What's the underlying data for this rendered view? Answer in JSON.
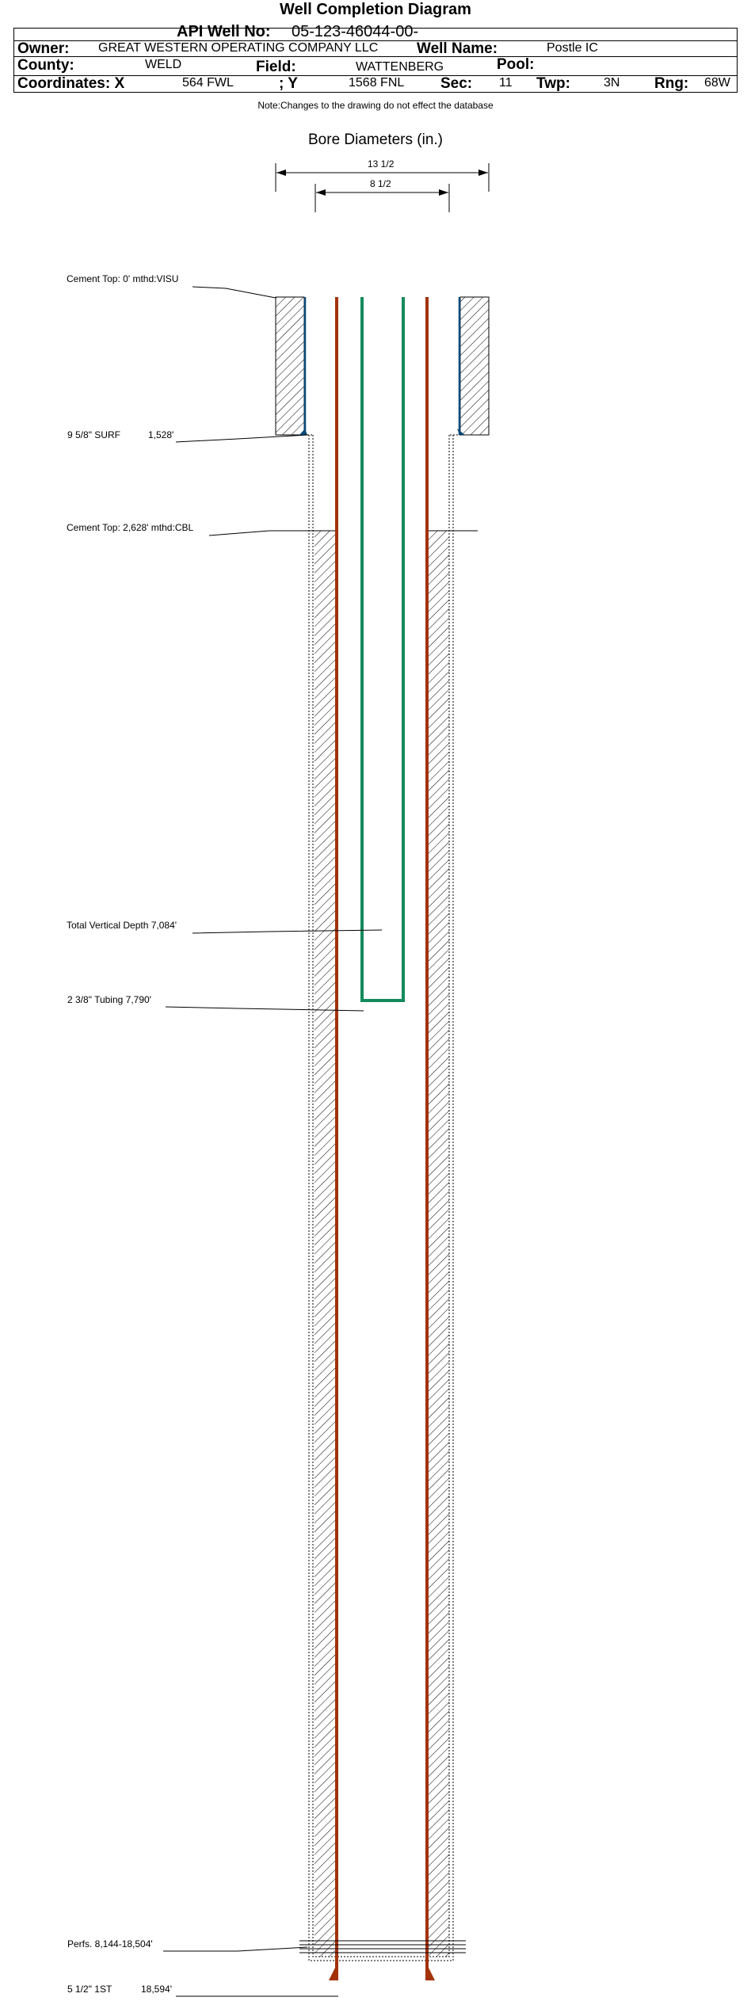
{
  "header": {
    "title": "Well Completion Diagram",
    "api_label": "API Well No:",
    "api_value": "05-123-46044-00-",
    "owner_label": "Owner:",
    "owner_value": "GREAT WESTERN OPERATING COMPANY LLC",
    "well_name_label": "Well Name:",
    "well_name_value": "Postle IC",
    "county_label": "County:",
    "county_value": "WELD",
    "field_label": "Field:",
    "field_value": "WATTENBERG",
    "pool_label": "Pool:",
    "pool_value": "",
    "coords_label": "Coordinates: X",
    "x_value": "564 FWL",
    "y_label": "; Y",
    "y_value": "1568 FNL",
    "sec_label": "Sec:",
    "sec_value": "11",
    "twp_label": "Twp:",
    "twp_value": "3N",
    "rng_label": "Rng:",
    "rng_value": "68W",
    "note": "Note:Changes to the drawing do not effect the database"
  },
  "bore": {
    "title": "Bore Diameters (in.)",
    "outer_diameter": "13 1/2",
    "inner_diameter": "8 1/2"
  },
  "annotations": {
    "cement_top_surface": "Cement Top: 0' mthd:VISU",
    "surface_casing_name": "9 5/8\" SURF",
    "surface_casing_depth": "1,528'",
    "cement_top_production": "Cement Top: 2,628' mthd:CBL",
    "total_vertical_depth": "Total Vertical Depth 7,084'",
    "tubing": "2 3/8\" Tubing 7,790'",
    "perfs": "Perfs. 8,144-18,504'",
    "production_casing_name": "5 1/2\" 1ST",
    "production_casing_depth": "18,594'"
  },
  "colors": {
    "production_casing": "#a33208",
    "tubing": "#138a5c",
    "surface_casing": "#0a4a7a",
    "hatch": "#000000"
  }
}
